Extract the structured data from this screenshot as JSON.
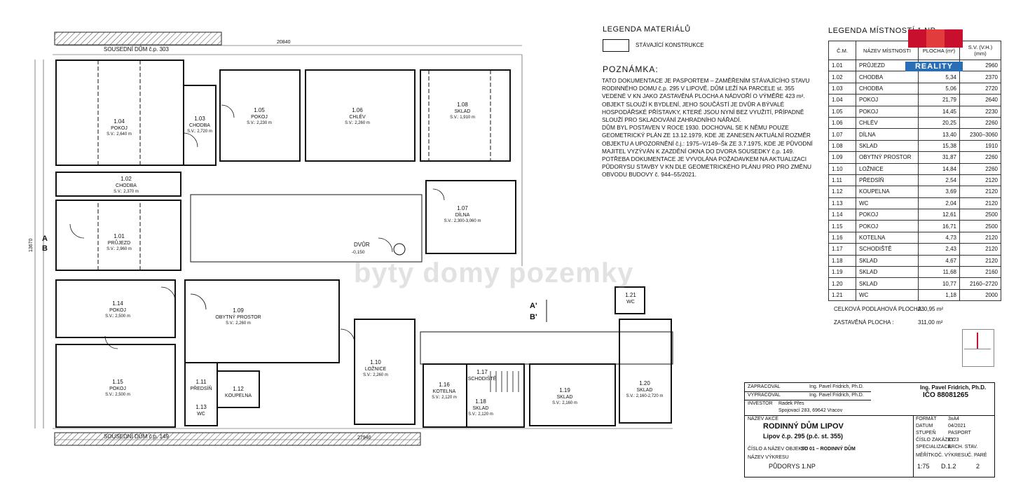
{
  "plan": {
    "neighbor_top": "SOUSEDNÍ DŮM č.p. 303",
    "neighbor_bottom": "SOUSEDNÍ DŮM č.p. 149",
    "dim_top_total": "20840",
    "dim_bottom_total": "27940",
    "dim_left_total": "13670",
    "section_a": "A",
    "section_b": "B",
    "section_a2": "A'",
    "section_b2": "B'",
    "courtyard": "DVŮR",
    "courtyard_level": "-0,150",
    "rooms": [
      {
        "num": "1.01",
        "name": "PRŮJEZD",
        "height": "S.V.: 2,960 m"
      },
      {
        "num": "1.02",
        "name": "CHODBA",
        "height": "S.V.: 2,370 m"
      },
      {
        "num": "1.03",
        "name": "CHODBA",
        "height": "S.V.: 2,720 m"
      },
      {
        "num": "1.04",
        "name": "POKOJ",
        "height": "S.V.: 2,640 m"
      },
      {
        "num": "1.05",
        "name": "POKOJ",
        "height": "S.V.: 2,230 m"
      },
      {
        "num": "1.06",
        "name": "CHLÉV",
        "height": "S.V.: 2,260 m"
      },
      {
        "num": "1.07",
        "name": "DÍLNA",
        "height": "S.V.: 2,300-3,060 m"
      },
      {
        "num": "1.08",
        "name": "SKLAD",
        "height": "S.V.: 1,910 m"
      },
      {
        "num": "1.09",
        "name": "OBYTNÝ PROSTOR",
        "height": "S.V.: 2,260 m"
      },
      {
        "num": "1.10",
        "name": "LOŽNICE",
        "height": "S.V.: 2,260 m"
      },
      {
        "num": "1.11",
        "name": "PŘEDSÍŇ",
        "height": ""
      },
      {
        "num": "1.12",
        "name": "KOUPELNA",
        "height": ""
      },
      {
        "num": "1.13",
        "name": "WC",
        "height": ""
      },
      {
        "num": "1.14",
        "name": "POKOJ",
        "height": "S.V.: 2,500 m"
      },
      {
        "num": "1.15",
        "name": "POKOJ",
        "height": "S.V.: 2,500 m"
      },
      {
        "num": "1.16",
        "name": "KOTELNA",
        "height": "S.V.: 2,120 m"
      },
      {
        "num": "1.17",
        "name": "SCHODIŠTĚ",
        "height": ""
      },
      {
        "num": "1.18",
        "name": "SKLAD",
        "height": "S.V.: 2,120 m"
      },
      {
        "num": "1.19",
        "name": "SKLAD",
        "height": "S.V.: 2,160 m"
      },
      {
        "num": "1.20",
        "name": "SKLAD",
        "height": "S.V.: 2,160-2,720 m"
      },
      {
        "num": "1.21",
        "name": "WC",
        "height": ""
      }
    ]
  },
  "legend_materials": {
    "title": "LEGENDA MATERIÁLŮ",
    "existing": "STÁVAJÍCÍ KONSTRUKCE"
  },
  "note": {
    "title": "POZNÁMKA:",
    "text": "TATO DOKUMENTACE JE PASPORTEM – ZAMĚŘENÍM STÁVAJÍCÍHO STAVU RODINNÉHO DOMU č.p. 295 V LIPOVĚ. DŮM LEŽÍ NA PARCELE st. 355 VEDENÉ V KN JAKO ZASTAVĚNÁ PLOCHA A NÁDVOŘÍ O VÝMĚŘE 423 m².\nOBJEKT SLOUŽÍ K BYDLENÍ, JEHO SOUČÁSTÍ JE DVŮR A BÝVALÉ HOSPODÁŘSKÉ PŘÍSTAVKY, KTERÉ JSOU NYNÍ BEZ VYUŽITÍ, PŘÍPADNĚ SLOUŽÍ PRO SKLADOVÁNÍ ZAHRADNÍHO NÁŘADÍ.\nDŮM BYL POSTAVEN V ROCE 1930. DOCHOVAL SE K NĚMU POUZE GEOMETRICKÝ PLÁN ZE 13.12.1979, KDE JE ZANESEN AKTUÁLNÍ ROZMĚR OBJEKTU A UPOZORNĚNÍ č.j.: 1975–V/149–Šk ZE 3.7.1975, KDE JE PŮVODNÍ MAJITEL VYZÝVÁN K ZAZDĚNÍ OKNA DO DVORA SOUSEDKY č.p. 149.\nPOTŘEBA DOKUMENTACE JE VYVOLÁNA POŽADAVKEM NA AKTUALIZACI PŮDORYSU STAVBY V KN DLE GEOMETRICKÉHO PLÁNU PRO PRO ZMĚNU OBVODU BUDOVY č. 944–55/2021."
  },
  "room_table": {
    "title": "LEGENDA MÍSTNOSTÍ 1.NP",
    "headers": [
      "Č.M.",
      "NÁZEV MÍSTNOSTI",
      "PLOCHA (m²)",
      "S.V. (V.H.) (mm)"
    ],
    "rows": [
      [
        "1.01",
        "PRŮJEZD",
        "",
        "2960"
      ],
      [
        "1.02",
        "CHODBA",
        "5,34",
        "2370"
      ],
      [
        "1.03",
        "CHODBA",
        "5,06",
        "2720"
      ],
      [
        "1.04",
        "POKOJ",
        "21,79",
        "2640"
      ],
      [
        "1.05",
        "POKOJ",
        "14,45",
        "2230"
      ],
      [
        "1.06",
        "CHLÉV",
        "20,25",
        "2260"
      ],
      [
        "1.07",
        "DÍLNA",
        "13,40",
        "2300–3060"
      ],
      [
        "1.08",
        "SKLAD",
        "15,38",
        "1910"
      ],
      [
        "1.09",
        "OBYTNÝ PROSTOR",
        "31,87",
        "2260"
      ],
      [
        "1.10",
        "LOŽNICE",
        "14,84",
        "2260"
      ],
      [
        "1.11",
        "PŘEDSÍŇ",
        "2,54",
        "2120"
      ],
      [
        "1.12",
        "KOUPELNA",
        "3,69",
        "2120"
      ],
      [
        "1.13",
        "WC",
        "2,04",
        "2120"
      ],
      [
        "1.14",
        "POKOJ",
        "12,61",
        "2500"
      ],
      [
        "1.15",
        "POKOJ",
        "16,71",
        "2500"
      ],
      [
        "1.16",
        "KOTELNA",
        "4,73",
        "2120"
      ],
      [
        "1.17",
        "SCHODIŠTĚ",
        "2,43",
        "2120"
      ],
      [
        "1.18",
        "SKLAD",
        "4,67",
        "2120"
      ],
      [
        "1.19",
        "SKLAD",
        "11,68",
        "2160"
      ],
      [
        "1.20",
        "SKLAD",
        "10,77",
        "2160–2720"
      ],
      [
        "1.21",
        "WC",
        "1,18",
        "2000"
      ]
    ],
    "total_label": "CELKOVÁ PODLAHOVÁ PLOCHA :",
    "total_value": "230,95 m²",
    "built_label": "ZASTAVĚNÁ PLOCHA :",
    "built_value": "311,00 m²"
  },
  "logo": {
    "realty": "REALITY"
  },
  "watermark": {
    "text": "byty domy pozemky"
  },
  "title_block": {
    "zpracoval_label": "ZAPRACOVAL",
    "zpracoval": "Ing. Pavel Fridrich, Ph.D.",
    "vypracoval_label": "VYPRACOVAL",
    "vypracoval": "Ing. Pavel Fridrich, Ph.D.",
    "company": "Ing. Pavel Fridrich, Ph.D.",
    "ico": "IČO 88081265",
    "investor_label": "INVESTOR",
    "investor_name": "Radek Přes",
    "investor_address": "Spojovací 283, 69642 Vracov",
    "akce_label": "NÁZEV AKCE",
    "project_title": "RODINNÝ DŮM LIPOV",
    "project_subtitle": "Lipov č.p. 295 (p.č. st. 355)",
    "object_label": "ČÍSLO A NÁZEV OBJEKTU",
    "object": "SO 01 – RODINNÝ DŮM",
    "drawing_label": "NÁZEV VÝKRESU",
    "drawing": "PŮDORYS 1.NP",
    "format_label": "FORMÁT",
    "format": "3xA4",
    "date_label": "DATUM",
    "date": "04/2021",
    "stage_label": "STUPEŇ",
    "stage": "PASPORT",
    "order_label": "ČÍSLO ZAKÁZKY",
    "order": "2123",
    "spec_label": "SPECIALIZACE",
    "spec": "ARCH. STAV.",
    "scale_label": "MĚŘÍTKO",
    "scale": "1:75",
    "sheet_label": "Č. VÝKRESU",
    "sheet": "D.1.2",
    "copy_label": "Č. PARÉ",
    "copy": "2"
  }
}
